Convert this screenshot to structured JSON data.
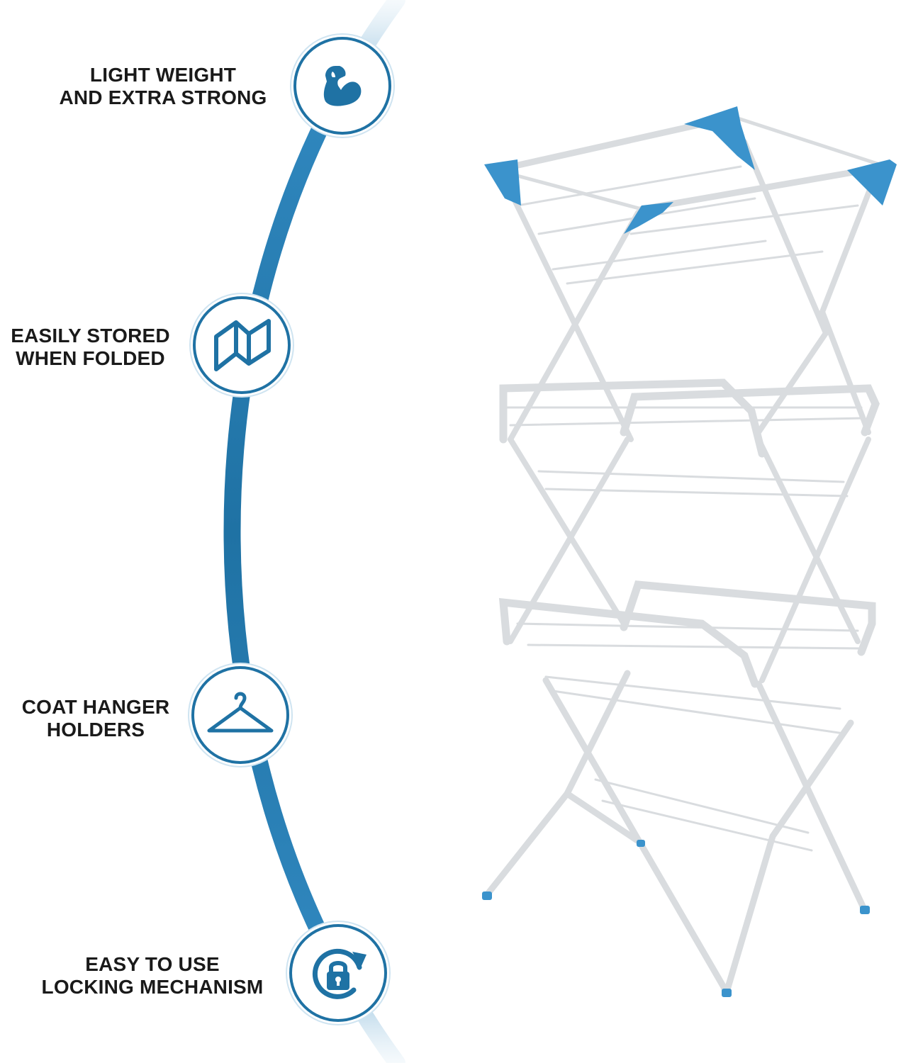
{
  "features": [
    {
      "line1": "LIGHT WEIGHT",
      "line2": "AND EXTRA STRONG",
      "icon": "flexed-arm-icon"
    },
    {
      "line1": "EASILY STORED",
      "line2": "WHEN FOLDED",
      "icon": "folded-panels-icon"
    },
    {
      "line1": "COAT HANGER",
      "line2": "HOLDERS",
      "icon": "coat-hanger-icon"
    },
    {
      "line1": "EASY TO USE",
      "line2": "LOCKING MECHANISM",
      "icon": "padlock-rotate-icon"
    }
  ],
  "colors": {
    "accent": "#1f72a4",
    "accent_light": "#cfe4f1",
    "rack_frame": "#d9dcdf",
    "rack_cap": "#3b93cc",
    "text": "#1a1a1a"
  }
}
